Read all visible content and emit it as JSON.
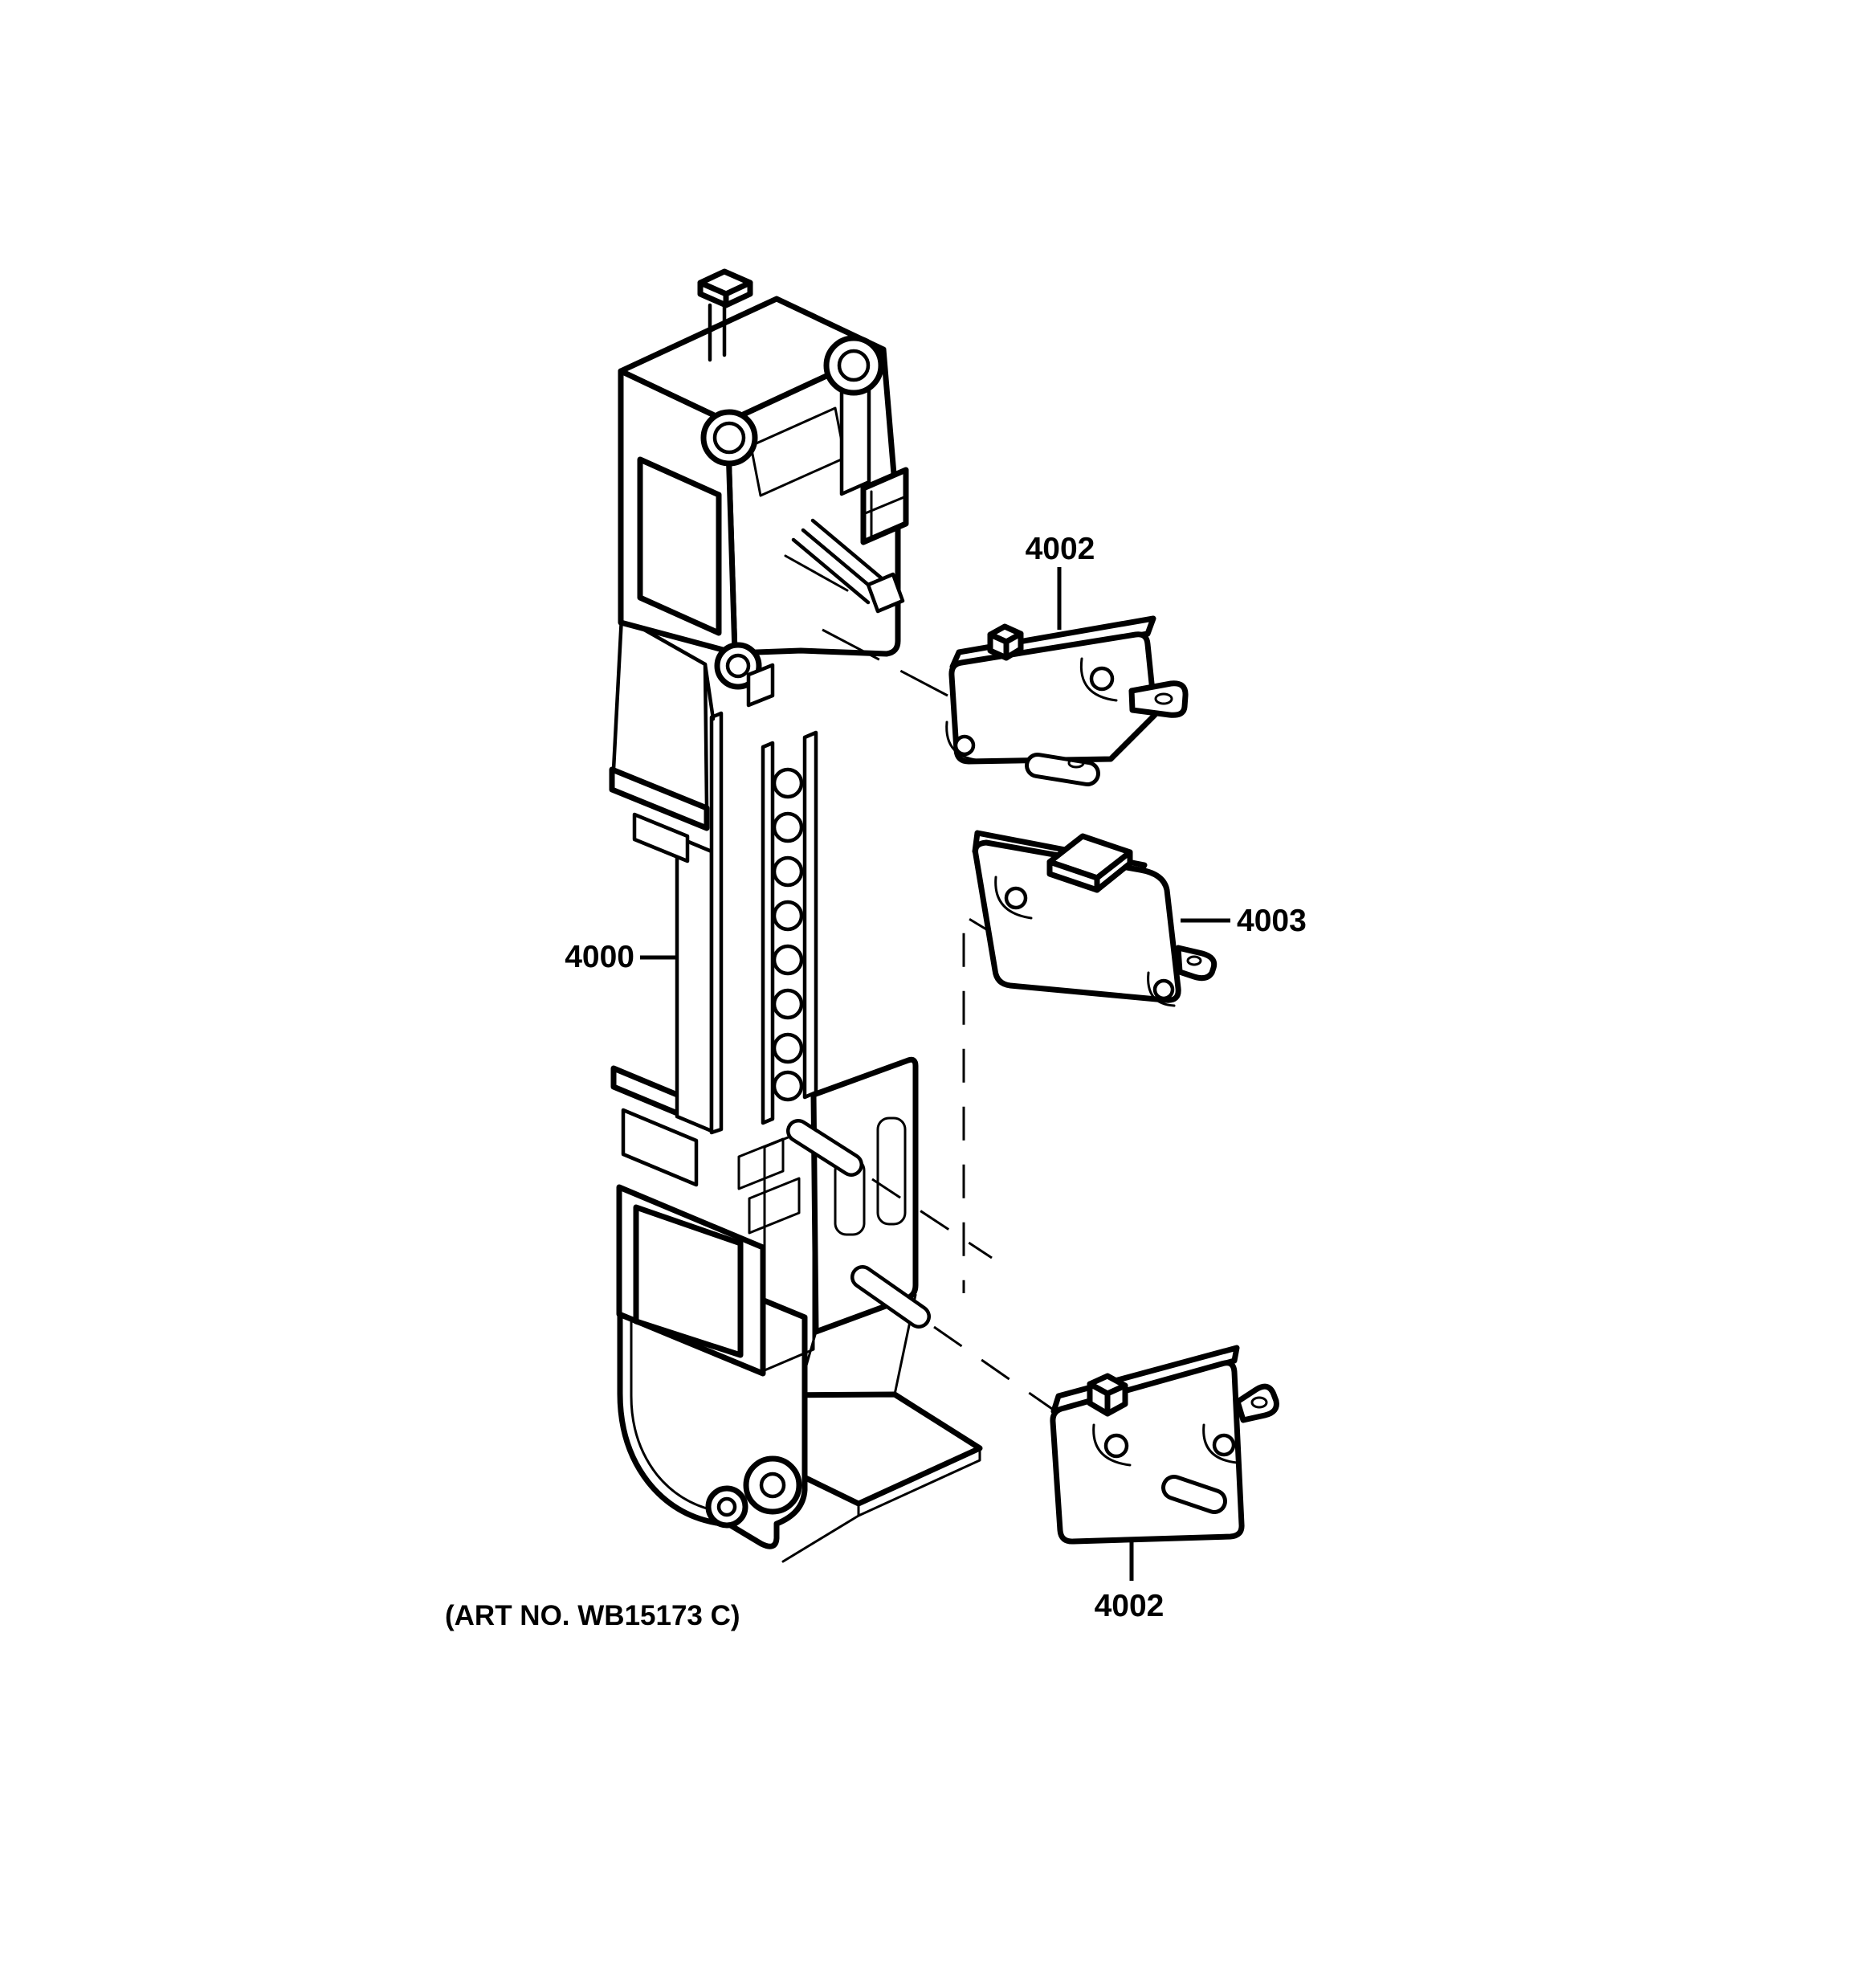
{
  "diagram": {
    "art_number": "(ART NO. WB15173 C)",
    "labels": {
      "latch_body": "4000",
      "switch_top": "4002",
      "switch_middle": "4003",
      "switch_bottom": "4002"
    },
    "colors": {
      "background": "#ffffff",
      "line": "#000000"
    }
  }
}
